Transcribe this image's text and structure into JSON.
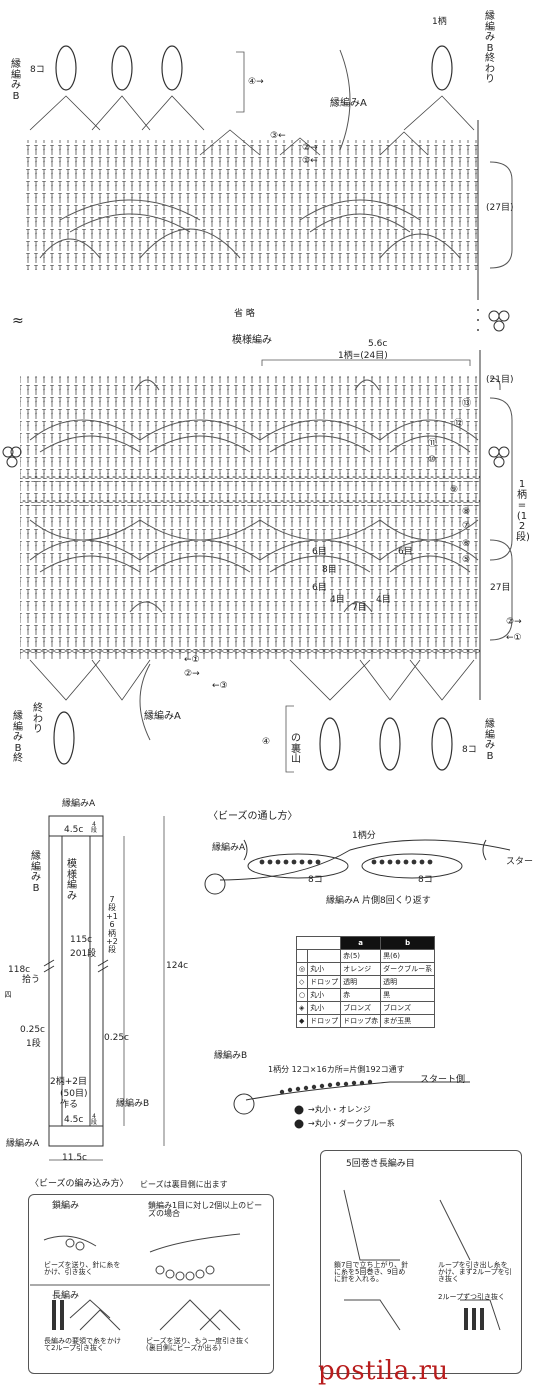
{
  "top_chart": {
    "rep_label": "1柄",
    "edge_b_end": "縁編みB終わり",
    "edge_b": "縁編みB",
    "count_8": "8コ",
    "edge_a": "縁編みA",
    "row_4": "④→",
    "row_3": "③←",
    "row_2": "②→",
    "row_1": "①←",
    "rows_27": "(27目)",
    "omit": "省 略",
    "approx": "≈"
  },
  "main_chart": {
    "pattern": "模様編み",
    "rep_width": "5.6c",
    "rep_stitches": "1柄=(24目)",
    "rows_21": "(21目)",
    "rep_rows": "1柄=(12段)",
    "rows_27": "27目",
    "row_labels": [
      "6目",
      "6目",
      "8目",
      "6目",
      "4目",
      "7目",
      "4目"
    ],
    "arrow_1": "←①",
    "arrow_2": "②→",
    "arrow_3": "←③",
    "edge_a": "縁編みA",
    "end_label": "終わり",
    "edge_b_end": "縁編みB終",
    "edge_b": "縁編みB",
    "ura": "の裏山",
    "count_8": "8コ",
    "circ": [
      "⑬",
      "⑫",
      "⑪",
      "⑩",
      "⑨",
      "⑧",
      "⑦",
      "⑥",
      "⑤",
      "④"
    ]
  },
  "schematic": {
    "edge_a_top": "縁編みA",
    "edge_b": "縁編みB",
    "pattern": "模様編み",
    "d_45_top": "4.5c",
    "d_4dan_top": "4段",
    "d_115": "115c",
    "d_201": "201段",
    "d_7dan": "7段+16柄+2段",
    "d_124": "124c",
    "d_118": "118c",
    "d_118b": "拾う",
    "d_4": "四",
    "d_025a": "0.25c",
    "d_1dan": "1段",
    "d_025b": "0.25c",
    "d_2rep": "2柄+2目",
    "d_50": "(50目)",
    "d_make": "作る",
    "d_edge_b2": "縁編みB",
    "d_45_bot": "4.5c",
    "d_4dan_bot": "4段",
    "edge_a_bot": "縁編みA",
    "d_115c": "11.5c"
  },
  "beads": {
    "title": "〈ビーズの通し方〉",
    "rep": "1柄分",
    "edge_a": "縁編みA",
    "start": "スタート",
    "eight_a": "8コ",
    "eight_b": "8コ",
    "repeat_note": "縁編みA 片側8回くり返す",
    "edge_b": "縁編みB",
    "edge_b_note": "1柄分 12コ×16カ所=片側192コ通す",
    "start_side": "スタート側",
    "legend_a": "→丸小・オレンジ",
    "legend_b": "→丸小・ダークブルー系"
  },
  "bead_table": {
    "head_a": "a",
    "head_b": "b",
    "rows": [
      [
        "",
        "",
        "赤(5)",
        "黒(6)"
      ],
      [
        "◎",
        "丸小",
        "オレンジ",
        "ダークブルー系"
      ],
      [
        "◇",
        "ドロップ",
        "透明",
        "透明"
      ],
      [
        "○",
        "丸小",
        "赤",
        "黒"
      ],
      [
        "◈",
        "丸小",
        "ブロンズ",
        "ブロンズ"
      ],
      [
        "◆",
        "ドロップ",
        "ドロップ赤",
        "まが玉黒"
      ]
    ]
  },
  "technique": {
    "title": "〈ビーズの編み込み方〉",
    "subtitle": "ビーズは裏目側に出ます",
    "chain": "鎖編み",
    "chain_note": "ビーズを送り、針に糸をかけ、引き抜く",
    "two_beads": "鎖編み1目に対し2個以上のビーズの場合",
    "dc": "長編み",
    "dc_note1": "長編みの要領で糸をかけて2ループ引き抜く",
    "dc_note2": "ビーズを送り、もう一度引き抜く(裏目側にビーズが出る)",
    "quint": "5回巻き長編み目",
    "quint_note1": "鎖7目で立ち上がり、針に糸を5回巻き、9目めに針を入れる。",
    "quint_note2": "ループを引き出し糸をかけ、まず2ループを引き抜く",
    "quint_note3": "2ループずつ引き抜く"
  },
  "watermark": "postila.ru"
}
